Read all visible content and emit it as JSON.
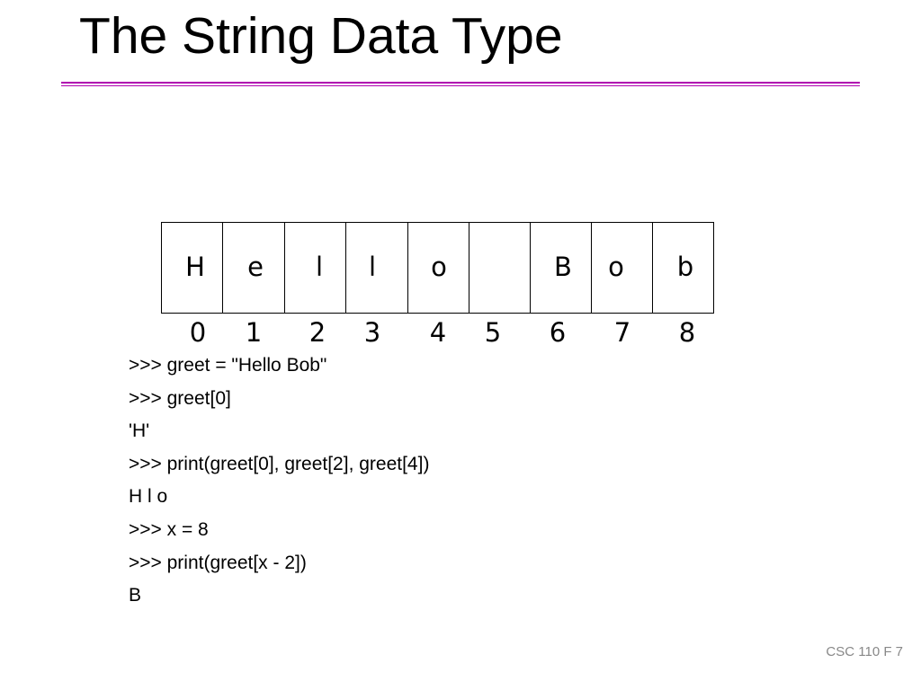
{
  "slide": {
    "title": "The String Data Type",
    "footer": "CSC 110 F 7"
  },
  "string_diagram": {
    "characters": [
      "H",
      "e",
      "l",
      "l",
      "o",
      " ",
      "B",
      "o",
      "b"
    ],
    "indices": [
      "0",
      "1",
      "2",
      "3",
      "4",
      "5",
      "6",
      "7",
      "8"
    ]
  },
  "code_session": {
    "lines": [
      ">>> greet = \"Hello Bob\"",
      ">>> greet[0]",
      "'H'",
      ">>> print(greet[0], greet[2], greet[4])",
      "H l o",
      ">>> x = 8",
      ">>> print(greet[x - 2])",
      "B"
    ]
  },
  "colors": {
    "rule": "#b000b0",
    "footer_text": "#888888"
  }
}
